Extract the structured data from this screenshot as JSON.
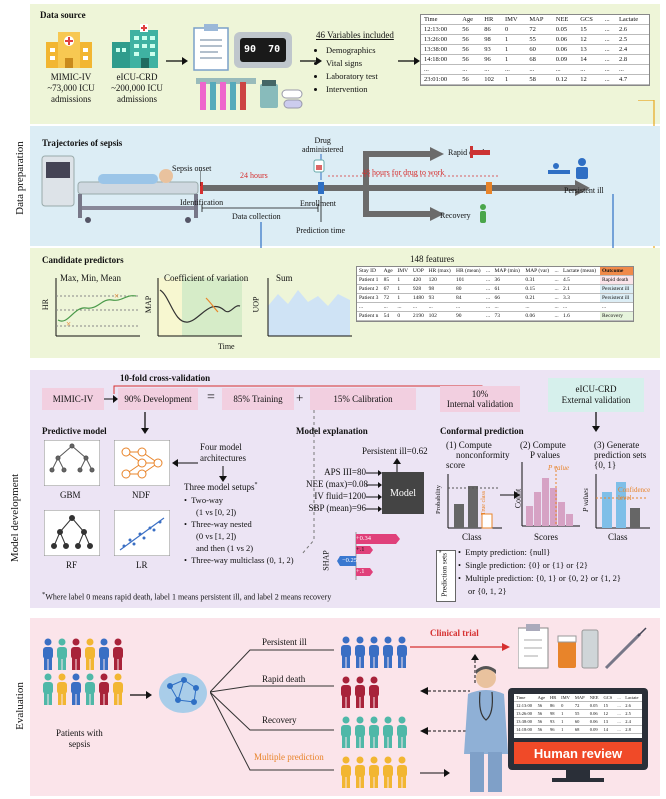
{
  "sections": {
    "data_preparation": "Data preparation",
    "model_development": "Model development",
    "evaluation": "Evaluation"
  },
  "data_source": {
    "title": "Data source",
    "mimic": {
      "name": "MIMIC-IV",
      "desc1": "~73,000 ICU",
      "desc2": "admissions"
    },
    "eicu": {
      "name": "eICU-CRD",
      "desc1": "~200,000 ICU",
      "desc2": "admissions"
    },
    "monitor_values": [
      "90",
      "70"
    ],
    "variables_title": "46 Variables included",
    "variables": [
      "Demographics",
      "Vital signs",
      "Laboratory test",
      "Intervention"
    ],
    "table": {
      "headers": [
        "Time",
        "Age",
        "HR",
        "IMV",
        "MAP",
        "NEE",
        "GCS",
        "...",
        "Lactate"
      ],
      "rows": [
        [
          "12:13:00",
          "56",
          "86",
          "0",
          "72",
          "0.05",
          "15",
          "...",
          "2.6"
        ],
        [
          "13:26:00",
          "56",
          "98",
          "1",
          "55",
          "0.06",
          "12",
          "...",
          "2.5"
        ],
        [
          "13:38:00",
          "56",
          "93",
          "1",
          "60",
          "0.06",
          "13",
          "...",
          "2.4"
        ],
        [
          "14:18:00",
          "56",
          "96",
          "1",
          "68",
          "0.09",
          "14",
          "...",
          "2.8"
        ],
        [
          "...",
          "...",
          "...",
          "...",
          "...",
          "...",
          "...",
          "...",
          "..."
        ],
        [
          "23:01:00",
          "56",
          "102",
          "1",
          "58",
          "0.12",
          "12",
          "...",
          "4.7"
        ]
      ]
    }
  },
  "trajectories": {
    "title": "Trajectories of sepsis",
    "sepsis_onset": "Sepsis onset",
    "identification": "Identification",
    "hours24": "24 hours",
    "data_collection": "Data collection",
    "drug_administered_1": "Drug",
    "drug_administered_2": "administered",
    "enrollment": "Enrollment",
    "prediction_time": "Prediction time",
    "rapid_death": "Rapid death",
    "hours48": "48 hours for drug to work",
    "persistent_ill": "Persistent ill",
    "recovery": "Recovery"
  },
  "candidates": {
    "title": "Candidate predictors",
    "hr_label": "HR",
    "hr_stats": "Max, Min, Mean",
    "map_label": "MAP",
    "cv_label": "Coefficient of variation",
    "time_label": "Time",
    "uop_label": "UOP",
    "sum_label": "Sum",
    "features": "148 features",
    "table": {
      "headers": [
        "Stay ID",
        "Age",
        "IMV",
        "UOP",
        "HR (max)",
        "HR (mean)",
        "...",
        "MAP (min)",
        "MAP (var)",
        "...",
        "Lactate (mean)"
      ],
      "outcome_header": "Outcome",
      "rows": [
        [
          "Patient 1",
          "85",
          "1",
          "420",
          "120",
          "101",
          "...",
          "36",
          "0.31",
          "...",
          "4.5"
        ],
        [
          "Patient 2",
          "67",
          "1",
          "928",
          "98",
          "80",
          "...",
          "61",
          "0.15",
          "...",
          "2.1"
        ],
        [
          "Patient 3",
          "72",
          "1",
          "1480",
          "93",
          "84",
          "...",
          "66",
          "0.21",
          "...",
          "3.3"
        ],
        [
          "...",
          "...",
          "...",
          "...",
          "...",
          "...",
          "...",
          "...",
          "...",
          "...",
          "..."
        ],
        [
          "Patient n",
          "54",
          "0",
          "2190",
          "102",
          "90",
          "...",
          "73",
          "0.06",
          "...",
          "1.6"
        ]
      ],
      "outcomes": [
        "Rapid death",
        "Persistent ill",
        "Persistent ill",
        "...",
        "Recovery"
      ]
    }
  },
  "development": {
    "cv_title": "10-fold cross-validation",
    "mimic": "MIMIC-IV",
    "dev90": "90% Development",
    "eq": "=",
    "train85": "85% Training",
    "plus": "+",
    "calib15": "15% Calibration",
    "internal1": "10%",
    "internal2": "Internal validation",
    "eicu": "eICU-CRD",
    "external": "External validation",
    "predictive_title": "Predictive model",
    "models": [
      "GBM",
      "NDF",
      "RF",
      "LR"
    ],
    "four_arch_1": "Four model",
    "four_arch_2": "architectures",
    "setups_title": "Three model setups",
    "setups": [
      {
        "a": "Two-way",
        "b": "(1 vs [0, 2])"
      },
      {
        "a": "Three-way nested",
        "b": "(0 vs [1, 2])",
        "c": "and then (1 vs 2)"
      },
      {
        "a": "Three-way multiclass (0, 1, 2)"
      }
    ],
    "explain_title": "Model explanation",
    "persistent_value": "Persistent ill=0.62",
    "inputs": [
      "APS III=80",
      "NEE (max)=0.08",
      "IV fluid=1200",
      "SBP (mean)=96"
    ],
    "model": "Model",
    "shap": "SHAP",
    "shap_values": [
      "+0.34",
      "+.1",
      "−0.25",
      "+.1"
    ],
    "conformal_title": "Conformal prediction",
    "step1_1": "(1)  Compute",
    "step1_2": "nonconformity",
    "step1_3": "score",
    "step2_1": "(2)  Compute",
    "step2_2": "P values",
    "step3_1": "(3) Generate",
    "step3_2": "prediction sets",
    "step3_3": "{0, 1}",
    "prob_label": "Probability",
    "true_class": "True class",
    "class_label": "Class",
    "count_label": "Count",
    "scores_label": "Scores",
    "pvalue_label": "P value",
    "pvalues_label": "P values",
    "confidence_1": "Confidence",
    "confidence_2": "level",
    "prediction_sets_1": "Prediction",
    "prediction_sets_2": "sets",
    "sets": [
      "Empty prediction: {null}",
      "Single prediction: {0} or {1} or {2}",
      "Multiple prediction: {0, 1} or {0, 2} or {1, 2}",
      "or {0, 1, 2}"
    ],
    "footnote": "Where label 0 means rapid death, label 1 means persistent ill, and label 2 means recovery"
  },
  "evaluation": {
    "patients_1": "Patients with",
    "patients_2": "sepsis",
    "outcomes": [
      "Persistent ill",
      "Rapid death",
      "Recovery",
      "Multiple prediction"
    ],
    "clinical_trial": "Clinical trial",
    "human_review": "Human review",
    "table": {
      "headers": [
        "Time",
        "Age",
        "HR",
        "IMV",
        "MAP",
        "NEE",
        "GCS",
        "...",
        "Lactate"
      ],
      "rows": [
        [
          "12:13:00",
          "56",
          "86",
          "0",
          "72",
          "0.05",
          "15",
          "...",
          "2.6"
        ],
        [
          "13:26:00",
          "56",
          "98",
          "1",
          "55",
          "0.06",
          "12",
          "...",
          "2.5"
        ],
        [
          "13:38:00",
          "56",
          "93",
          "1",
          "60",
          "0.06",
          "13",
          "...",
          "2.4"
        ],
        [
          "14:18:00",
          "56",
          "96",
          "1",
          "68",
          "0.09",
          "14",
          "...",
          "2.8"
        ]
      ]
    }
  },
  "colors": {
    "green_bg": "#eef5d8",
    "blue_bg": "#dcedf5",
    "purple_bg": "#ece4f4",
    "pink_bg": "#fbe4ea",
    "pink_box": "#f2cfe0",
    "red": "#d62b2b",
    "orange": "#e8842a",
    "blue_person": "#3a6fc4",
    "dark_red_person": "#a8233a",
    "teal_person": "#4fb8a8",
    "yellow_person": "#f2b632"
  }
}
